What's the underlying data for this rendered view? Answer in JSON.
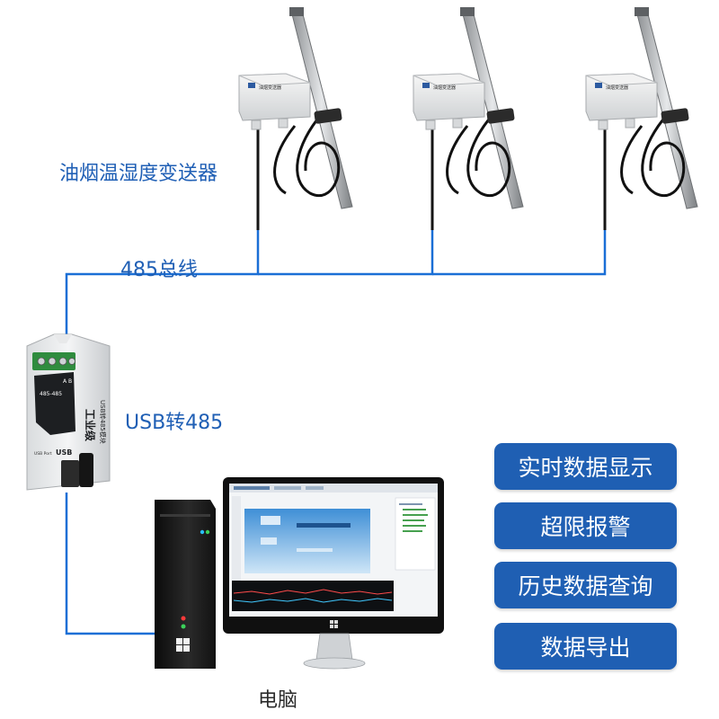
{
  "labels": {
    "transmitter": "油烟温湿度变送器",
    "bus": "485总线",
    "converter": "USB转485",
    "computer": "电脑"
  },
  "features": [
    {
      "label": "实时数据显示"
    },
    {
      "label": "超限报警"
    },
    {
      "label": "历史数据查询"
    },
    {
      "label": "数据导出"
    }
  ],
  "converter_device": {
    "side_text": "工业级",
    "sub_text": "USB转485模块",
    "model": "485-485",
    "usb_label": "USB",
    "terminal_labels": [
      "A",
      "B"
    ],
    "port_text": "USB Port"
  },
  "colors": {
    "bus_line": "#1a6fd6",
    "label_text": "#1f5fb5",
    "button_bg": "#1f5fb3",
    "button_text": "#ffffff"
  }
}
